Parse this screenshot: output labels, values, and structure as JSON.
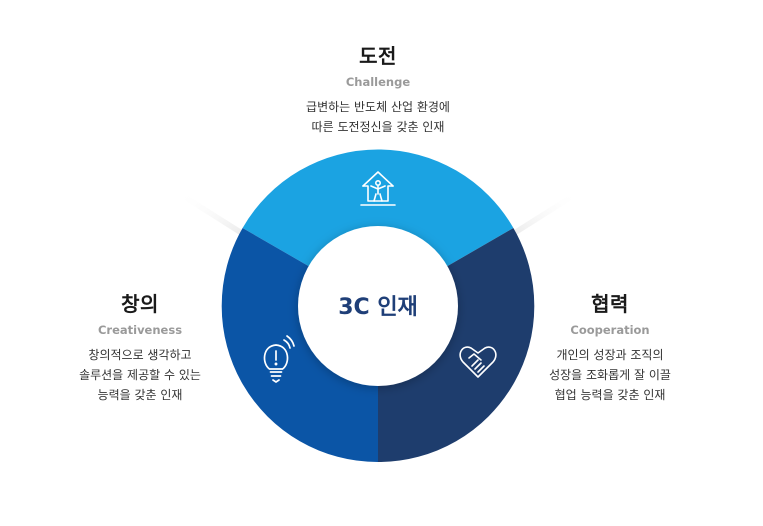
{
  "center": {
    "label": "3C 인재"
  },
  "segments": {
    "challenge": {
      "title": "도전",
      "subtitle": "Challenge",
      "desc_line1": "급변하는 반도체 산업 환경에",
      "desc_line2": "따른 도전정신을 갖춘 인재",
      "color": "#1ba3e2",
      "icon": "person-arrow-up-icon"
    },
    "creativeness": {
      "title": "창의",
      "subtitle": "Creativeness",
      "desc_line1": "창의적으로 생각하고",
      "desc_line2": "솔루션을 제공할 수 있는",
      "desc_line3": "능력을 갖춘 인재",
      "color": "#0b55a6",
      "icon": "lightbulb-icon"
    },
    "cooperation": {
      "title": "협력",
      "subtitle": "Cooperation",
      "desc_line1": "개인의 성장과 조직의",
      "desc_line2": "성장을 조화롭게 잘 이끌",
      "desc_line3": "협업 능력을 갖춘 인재",
      "color": "#1e3d6d",
      "icon": "handshake-heart-icon"
    }
  }
}
